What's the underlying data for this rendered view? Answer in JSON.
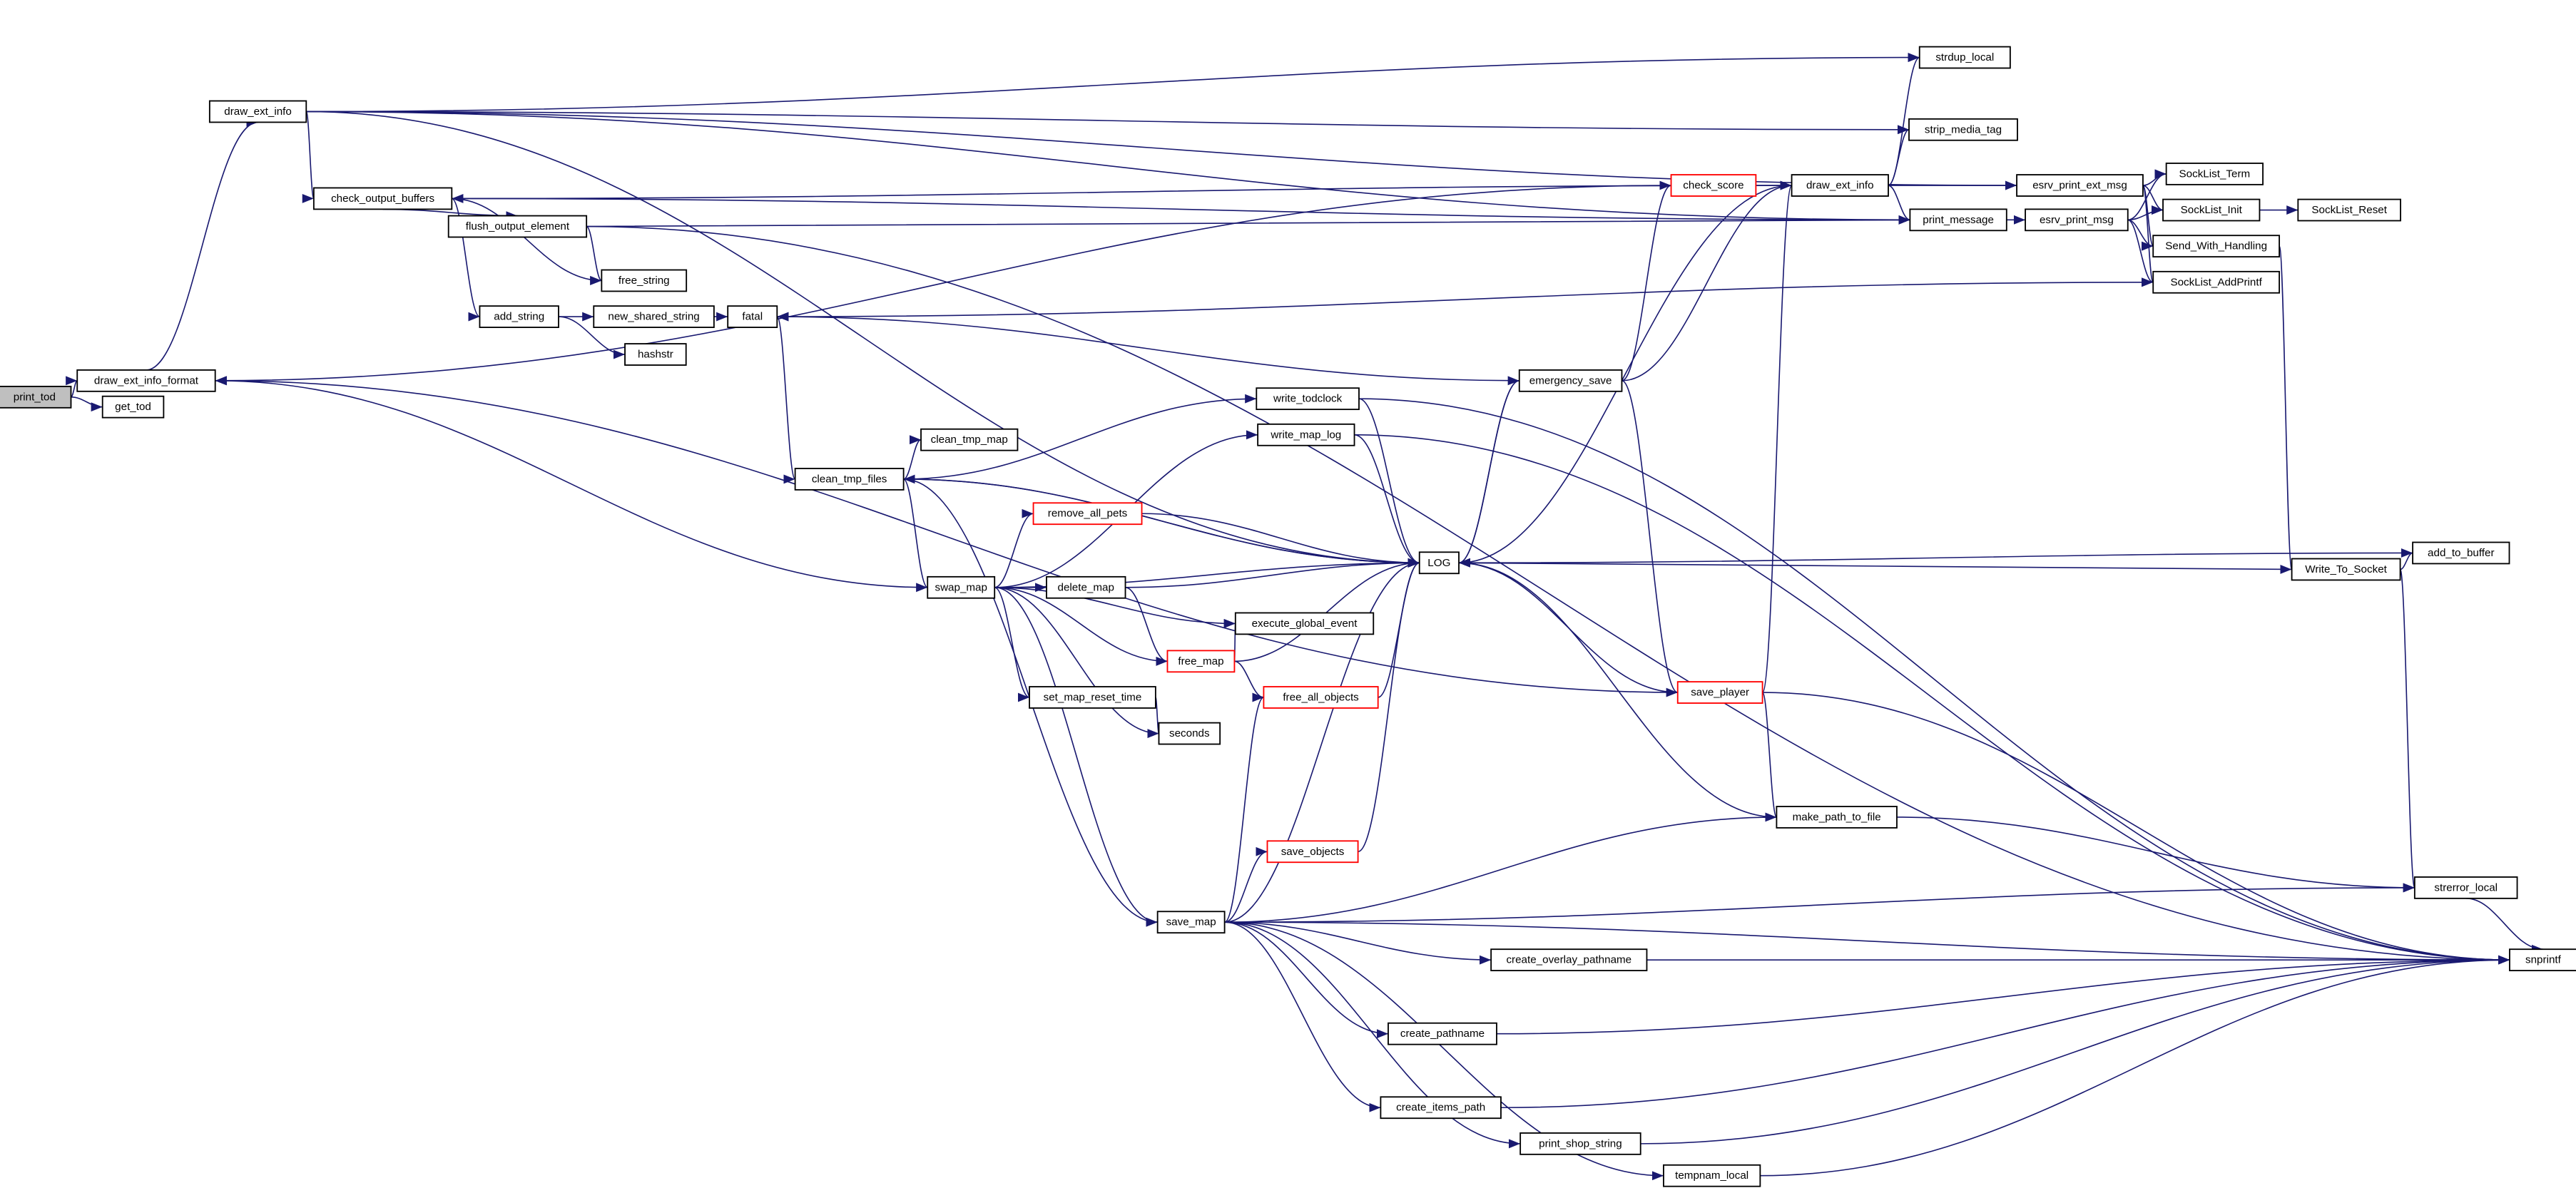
{
  "title": "Call graph of print_tod",
  "colors": {
    "edge": "#191970",
    "root_fill": "#bfbfbf",
    "truncated_border": "#ff0000",
    "node_border": "#000000"
  },
  "nodes": [
    {
      "id": "print_tod",
      "label": "print_tod",
      "root": true
    },
    {
      "id": "draw_ext_info_format",
      "label": "draw_ext_info_format"
    },
    {
      "id": "get_tod",
      "label": "get_tod"
    },
    {
      "id": "draw_ext_info_l",
      "label": "draw_ext_info"
    },
    {
      "id": "check_output_buffers",
      "label": "check_output_buffers"
    },
    {
      "id": "flush_output_element",
      "label": "flush_output_element"
    },
    {
      "id": "free_string",
      "label": "free_string"
    },
    {
      "id": "add_string",
      "label": "add_string"
    },
    {
      "id": "new_shared_string",
      "label": "new_shared_string"
    },
    {
      "id": "hashstr",
      "label": "hashstr"
    },
    {
      "id": "fatal",
      "label": "fatal"
    },
    {
      "id": "clean_tmp_files",
      "label": "clean_tmp_files"
    },
    {
      "id": "clean_tmp_map",
      "label": "clean_tmp_map"
    },
    {
      "id": "write_todclock",
      "label": "write_todclock"
    },
    {
      "id": "write_map_log",
      "label": "write_map_log"
    },
    {
      "id": "remove_all_pets",
      "label": "remove_all_pets",
      "truncated": true
    },
    {
      "id": "swap_map",
      "label": "swap_map"
    },
    {
      "id": "delete_map",
      "label": "delete_map"
    },
    {
      "id": "execute_global_event",
      "label": "execute_global_event"
    },
    {
      "id": "free_map",
      "label": "free_map",
      "truncated": true
    },
    {
      "id": "set_map_reset_time",
      "label": "set_map_reset_time"
    },
    {
      "id": "seconds",
      "label": "seconds"
    },
    {
      "id": "free_all_objects",
      "label": "free_all_objects",
      "truncated": true
    },
    {
      "id": "save_objects",
      "label": "save_objects",
      "truncated": true
    },
    {
      "id": "save_map",
      "label": "save_map"
    },
    {
      "id": "LOG",
      "label": "LOG"
    },
    {
      "id": "emergency_save",
      "label": "emergency_save"
    },
    {
      "id": "check_score",
      "label": "check_score",
      "truncated": true
    },
    {
      "id": "draw_ext_info_r",
      "label": "draw_ext_info"
    },
    {
      "id": "strdup_local",
      "label": "strdup_local"
    },
    {
      "id": "strip_media_tag",
      "label": "strip_media_tag"
    },
    {
      "id": "print_message",
      "label": "print_message"
    },
    {
      "id": "esrv_print_ext_msg",
      "label": "esrv_print_ext_msg"
    },
    {
      "id": "esrv_print_msg",
      "label": "esrv_print_msg"
    },
    {
      "id": "SockList_Term",
      "label": "SockList_Term"
    },
    {
      "id": "SockList_Init",
      "label": "SockList_Init"
    },
    {
      "id": "SockList_Reset",
      "label": "SockList_Reset"
    },
    {
      "id": "Send_With_Handling",
      "label": "Send_With_Handling"
    },
    {
      "id": "SockList_AddPrintf",
      "label": "SockList_AddPrintf"
    },
    {
      "id": "save_player",
      "label": "save_player",
      "truncated": true
    },
    {
      "id": "Write_To_Socket",
      "label": "Write_To_Socket"
    },
    {
      "id": "add_to_buffer",
      "label": "add_to_buffer"
    },
    {
      "id": "make_path_to_file",
      "label": "make_path_to_file"
    },
    {
      "id": "strerror_local",
      "label": "strerror_local"
    },
    {
      "id": "snprintf",
      "label": "snprintf"
    },
    {
      "id": "create_overlay_pathname",
      "label": "create_overlay_pathname"
    },
    {
      "id": "create_pathname",
      "label": "create_pathname"
    },
    {
      "id": "create_items_path",
      "label": "create_items_path"
    },
    {
      "id": "print_shop_string",
      "label": "print_shop_string"
    },
    {
      "id": "tempnam_local",
      "label": "tempnam_local"
    }
  ],
  "edges": [
    [
      "print_tod",
      "draw_ext_info_format"
    ],
    [
      "print_tod",
      "get_tod"
    ],
    [
      "draw_ext_info_format",
      "draw_ext_info_l"
    ],
    [
      "draw_ext_info_l",
      "esrv_print_ext_msg"
    ],
    [
      "draw_ext_info_l",
      "strdup_local"
    ],
    [
      "draw_ext_info_l",
      "strip_media_tag"
    ],
    [
      "draw_ext_info_l",
      "print_message"
    ],
    [
      "draw_ext_info_l",
      "check_output_buffers"
    ],
    [
      "draw_ext_info_l",
      "LOG"
    ],
    [
      "check_output_buffers",
      "flush_output_element"
    ],
    [
      "check_output_buffers",
      "free_string"
    ],
    [
      "check_output_buffers",
      "add_string"
    ],
    [
      "check_output_buffers",
      "print_message"
    ],
    [
      "flush_output_element",
      "free_string"
    ],
    [
      "flush_output_element",
      "print_message"
    ],
    [
      "flush_output_element",
      "snprintf"
    ],
    [
      "add_string",
      "new_shared_string"
    ],
    [
      "add_string",
      "hashstr"
    ],
    [
      "new_shared_string",
      "fatal"
    ],
    [
      "fatal",
      "clean_tmp_files"
    ],
    [
      "clean_tmp_files",
      "clean_tmp_map"
    ],
    [
      "clean_tmp_files",
      "write_todclock"
    ],
    [
      "clean_tmp_files",
      "LOG"
    ],
    [
      "clean_tmp_files",
      "swap_map"
    ],
    [
      "clean_tmp_files",
      "save_map"
    ],
    [
      "write_todclock",
      "LOG"
    ],
    [
      "write_todclock",
      "snprintf"
    ],
    [
      "write_map_log",
      "LOG"
    ],
    [
      "write_map_log",
      "snprintf"
    ],
    [
      "swap_map",
      "write_map_log"
    ],
    [
      "swap_map",
      "remove_all_pets"
    ],
    [
      "swap_map",
      "LOG"
    ],
    [
      "swap_map",
      "delete_map"
    ],
    [
      "swap_map",
      "execute_global_event"
    ],
    [
      "swap_map",
      "free_map"
    ],
    [
      "swap_map",
      "set_map_reset_time"
    ],
    [
      "swap_map",
      "seconds"
    ],
    [
      "swap_map",
      "save_map"
    ],
    [
      "swap_map",
      "draw_ext_info_format"
    ],
    [
      "remove_all_pets",
      "LOG"
    ],
    [
      "delete_map",
      "LOG"
    ],
    [
      "delete_map",
      "free_map"
    ],
    [
      "free_map",
      "execute_global_event"
    ],
    [
      "free_map",
      "free_all_objects"
    ],
    [
      "free_map",
      "LOG"
    ],
    [
      "set_map_reset_time",
      "seconds"
    ],
    [
      "free_all_objects",
      "LOG"
    ],
    [
      "save_objects",
      "LOG"
    ],
    [
      "save_map",
      "free_all_objects"
    ],
    [
      "save_map",
      "save_objects"
    ],
    [
      "save_map",
      "LOG"
    ],
    [
      "save_map",
      "make_path_to_file"
    ],
    [
      "save_map",
      "strerror_local"
    ],
    [
      "save_map",
      "create_overlay_pathname"
    ],
    [
      "save_map",
      "create_pathname"
    ],
    [
      "save_map",
      "snprintf"
    ],
    [
      "save_map",
      "create_items_path"
    ],
    [
      "save_map",
      "print_shop_string"
    ],
    [
      "save_map",
      "tempnam_local"
    ],
    [
      "LOG",
      "clean_tmp_files"
    ],
    [
      "LOG",
      "emergency_save"
    ],
    [
      "emergency_save",
      "fatal"
    ],
    [
      "emergency_save",
      "check_score"
    ],
    [
      "emergency_save",
      "draw_ext_info_r"
    ],
    [
      "emergency_save",
      "LOG"
    ],
    [
      "emergency_save",
      "save_player"
    ],
    [
      "check_score",
      "draw_ext_info_r"
    ],
    [
      "check_score",
      "draw_ext_info_format"
    ],
    [
      "draw_ext_info_r",
      "check_output_buffers"
    ],
    [
      "draw_ext_info_r",
      "strdup_local"
    ],
    [
      "draw_ext_info_r",
      "strip_media_tag"
    ],
    [
      "draw_ext_info_r",
      "print_message"
    ],
    [
      "draw_ext_info_r",
      "esrv_print_ext_msg"
    ],
    [
      "draw_ext_info_r",
      "LOG"
    ],
    [
      "print_message",
      "esrv_print_msg"
    ],
    [
      "esrv_print_ext_msg",
      "SockList_Term"
    ],
    [
      "esrv_print_ext_msg",
      "SockList_Init"
    ],
    [
      "esrv_print_ext_msg",
      "Send_With_Handling"
    ],
    [
      "esrv_print_ext_msg",
      "SockList_AddPrintf"
    ],
    [
      "esrv_print_msg",
      "SockList_Term"
    ],
    [
      "esrv_print_msg",
      "SockList_Init"
    ],
    [
      "esrv_print_msg",
      "Send_With_Handling"
    ],
    [
      "esrv_print_msg",
      "SockList_AddPrintf"
    ],
    [
      "SockList_Init",
      "SockList_Reset"
    ],
    [
      "Send_With_Handling",
      "Write_To_Socket"
    ],
    [
      "SockList_AddPrintf",
      "fatal"
    ],
    [
      "Write_To_Socket",
      "LOG"
    ],
    [
      "Write_To_Socket",
      "add_to_buffer"
    ],
    [
      "Write_To_Socket",
      "strerror_local"
    ],
    [
      "add_to_buffer",
      "LOG"
    ],
    [
      "save_player",
      "draw_ext_info_r"
    ],
    [
      "save_player",
      "LOG"
    ],
    [
      "save_player",
      "make_path_to_file"
    ],
    [
      "save_player",
      "snprintf"
    ],
    [
      "save_player",
      "draw_ext_info_format"
    ],
    [
      "make_path_to_file",
      "LOG"
    ],
    [
      "make_path_to_file",
      "strerror_local"
    ],
    [
      "strerror_local",
      "snprintf"
    ],
    [
      "create_overlay_pathname",
      "snprintf"
    ],
    [
      "create_pathname",
      "snprintf"
    ],
    [
      "create_items_path",
      "snprintf"
    ],
    [
      "print_shop_string",
      "snprintf"
    ],
    [
      "tempnam_local",
      "snprintf"
    ]
  ]
}
